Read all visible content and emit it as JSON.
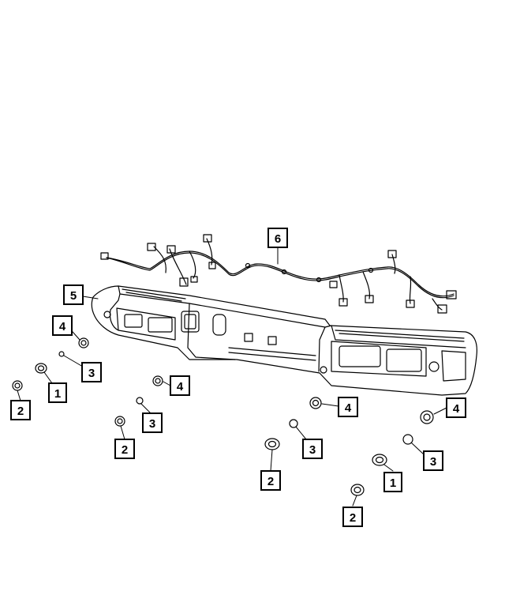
{
  "diagram": {
    "stroke_color": "#000000",
    "background": "#ffffff",
    "callouts": [
      {
        "id": "c1a",
        "label": "1"
      },
      {
        "id": "c1b",
        "label": "1"
      },
      {
        "id": "c2a",
        "label": "2"
      },
      {
        "id": "c2b",
        "label": "2"
      },
      {
        "id": "c2c",
        "label": "2"
      },
      {
        "id": "c2d",
        "label": "2"
      },
      {
        "id": "c3a",
        "label": "3"
      },
      {
        "id": "c3b",
        "label": "3"
      },
      {
        "id": "c3c",
        "label": "3"
      },
      {
        "id": "c3d",
        "label": "3"
      },
      {
        "id": "c4a",
        "label": "4"
      },
      {
        "id": "c4b",
        "label": "4"
      },
      {
        "id": "c4c",
        "label": "4"
      },
      {
        "id": "c4d",
        "label": "4"
      },
      {
        "id": "c5",
        "label": "5"
      },
      {
        "id": "c6",
        "label": "6"
      }
    ]
  }
}
